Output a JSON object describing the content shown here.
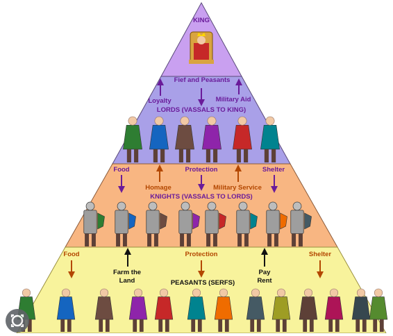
{
  "diagram": {
    "tiers": [
      {
        "id": "king",
        "color": "#c9a0f0",
        "title": "KING"
      },
      {
        "id": "lords",
        "color": "#a9a0e8",
        "title": "LORDS (VASSALS TO KING)"
      },
      {
        "id": "knights",
        "color": "#f8b682",
        "title": "KNIGHTS (VASSALS TO LORDS)"
      },
      {
        "id": "peasants",
        "color": "#f8f39c",
        "title": "PEASANTS (SERFS)"
      }
    ],
    "labels": {
      "fief_and_peasants": "Fief and Peasants",
      "loyalty": "Loyalty",
      "military_aid": "Military Aid",
      "food_knights": "Food",
      "protection_knights": "Protection",
      "shelter_knights": "Shelter",
      "homage": "Homage",
      "military_service": "Military Service",
      "food_peasants": "Food",
      "protection_peasants": "Protection",
      "shelter_peasants": "Shelter",
      "farm_the_land_line1": "Farm the",
      "farm_the_land_line2": "Land",
      "pay_rent_line1": "Pay",
      "pay_rent_line2": "Rent"
    },
    "colors": {
      "purple_text": "#6a1b9a",
      "orange_text": "#b34700",
      "black_text": "#111111",
      "arrow_purple": "#6a1b9a",
      "arrow_orange": "#b34700",
      "arrow_dark": "#111111"
    },
    "figures": {
      "king": "king-on-throne-figure",
      "lords": [
        "lord-figure",
        "lord-figure",
        "lord-figure",
        "lord-figure",
        "bishop-figure",
        "lord-figure"
      ],
      "knights": [
        "knight-figure",
        "knight-figure",
        "knight-figure",
        "knight-figure",
        "knight-figure",
        "knight-figure",
        "knight-figure",
        "knight-figure"
      ],
      "peasants": [
        "peasant-figure",
        "peasant-figure",
        "peasant-figure",
        "peasant-figure",
        "peasant-figure",
        "peasant-figure",
        "peasant-figure",
        "peasant-figure",
        "peasant-figure",
        "peasant-figure",
        "peasant-figure",
        "peasant-figure",
        "peasant-figure"
      ]
    }
  },
  "overlay": {
    "lens_icon": "google-lens-icon"
  }
}
